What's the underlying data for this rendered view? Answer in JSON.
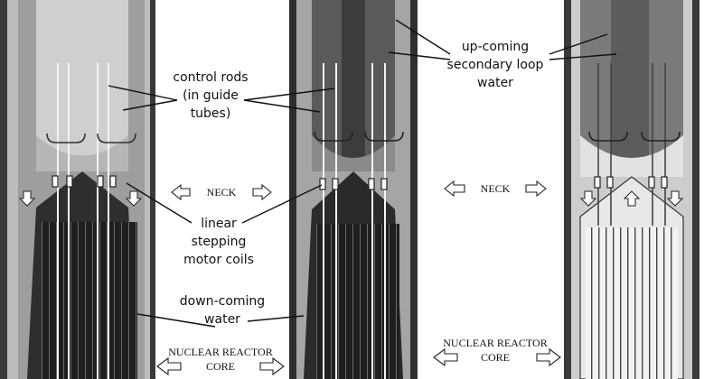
{
  "labels": {
    "control_rods": [
      "control rods",
      "(in guide",
      "tubes)"
    ],
    "secondary_loop": [
      "up-coming",
      "secondary loop",
      "water"
    ],
    "motor_coils": [
      "linear",
      "stepping",
      "motor coils"
    ],
    "down_coming": [
      "down-coming",
      "water"
    ],
    "neck_left": "NECK",
    "neck_right": "NECK",
    "core_left": [
      "NUCLEAR REACTOR",
      "CORE"
    ],
    "core_right": [
      "NUCLEAR REACTOR",
      "CORE"
    ]
  },
  "colors": {
    "vessel_wall": "#2b2b2b",
    "annulus": "#a9a9a9",
    "inner_light": "#d8d8d8",
    "core_dark": "#1e1e1e",
    "upper_dark": "#555555",
    "arrow_fill": "#ffffff"
  }
}
